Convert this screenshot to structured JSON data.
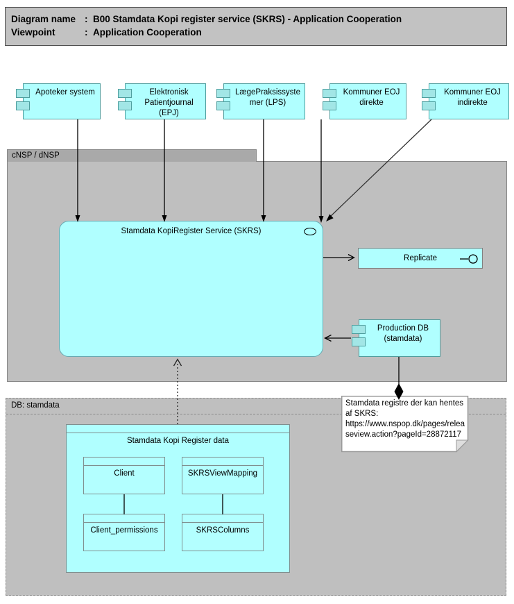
{
  "header": {
    "separator": ":",
    "rows": [
      {
        "label": "Diagram name",
        "value": "B00 Stamdata Kopi register service (SKRS) - Application Cooperation"
      },
      {
        "label": "Viewpoint",
        "value": "Application Cooperation"
      }
    ]
  },
  "components": [
    {
      "label": "Apoteker system"
    },
    {
      "label": "Elektronisk Patientjournal (EPJ)"
    },
    {
      "label": "LægePraksissystemer (LPS)"
    },
    {
      "label": "Kommuner EOJ direkte"
    },
    {
      "label": "Kommuner EOJ indirekte"
    }
  ],
  "cnsp": {
    "label": "cNSP / dNSP",
    "service": {
      "label": "Stamdata KopiRegister Service (SKRS)"
    },
    "replicate": {
      "label": "Replicate"
    },
    "production_db": {
      "label": "Production DB (stamdata)"
    }
  },
  "note": {
    "text": "Stamdata registre der kan hentes af SKRS: https://www.nspop.dk/pages/releaseview.action?pageId=28872117"
  },
  "db": {
    "label": "DB: stamdata",
    "register": {
      "title": "Stamdata Kopi Register data",
      "objects": [
        {
          "label": "Client"
        },
        {
          "label": "SKRSViewMapping"
        },
        {
          "label": "Client_permissions"
        },
        {
          "label": "SKRSColumns"
        }
      ]
    }
  },
  "colors": {
    "element_fill": "#b0ffff",
    "container_fill": "#bfbfbf",
    "container_tab_fill": "#a9a9a9",
    "header_fill": "#c2c2c2",
    "component_border": "#4f9e9e",
    "note_fill": "#ffffff",
    "connector": "#000000"
  }
}
